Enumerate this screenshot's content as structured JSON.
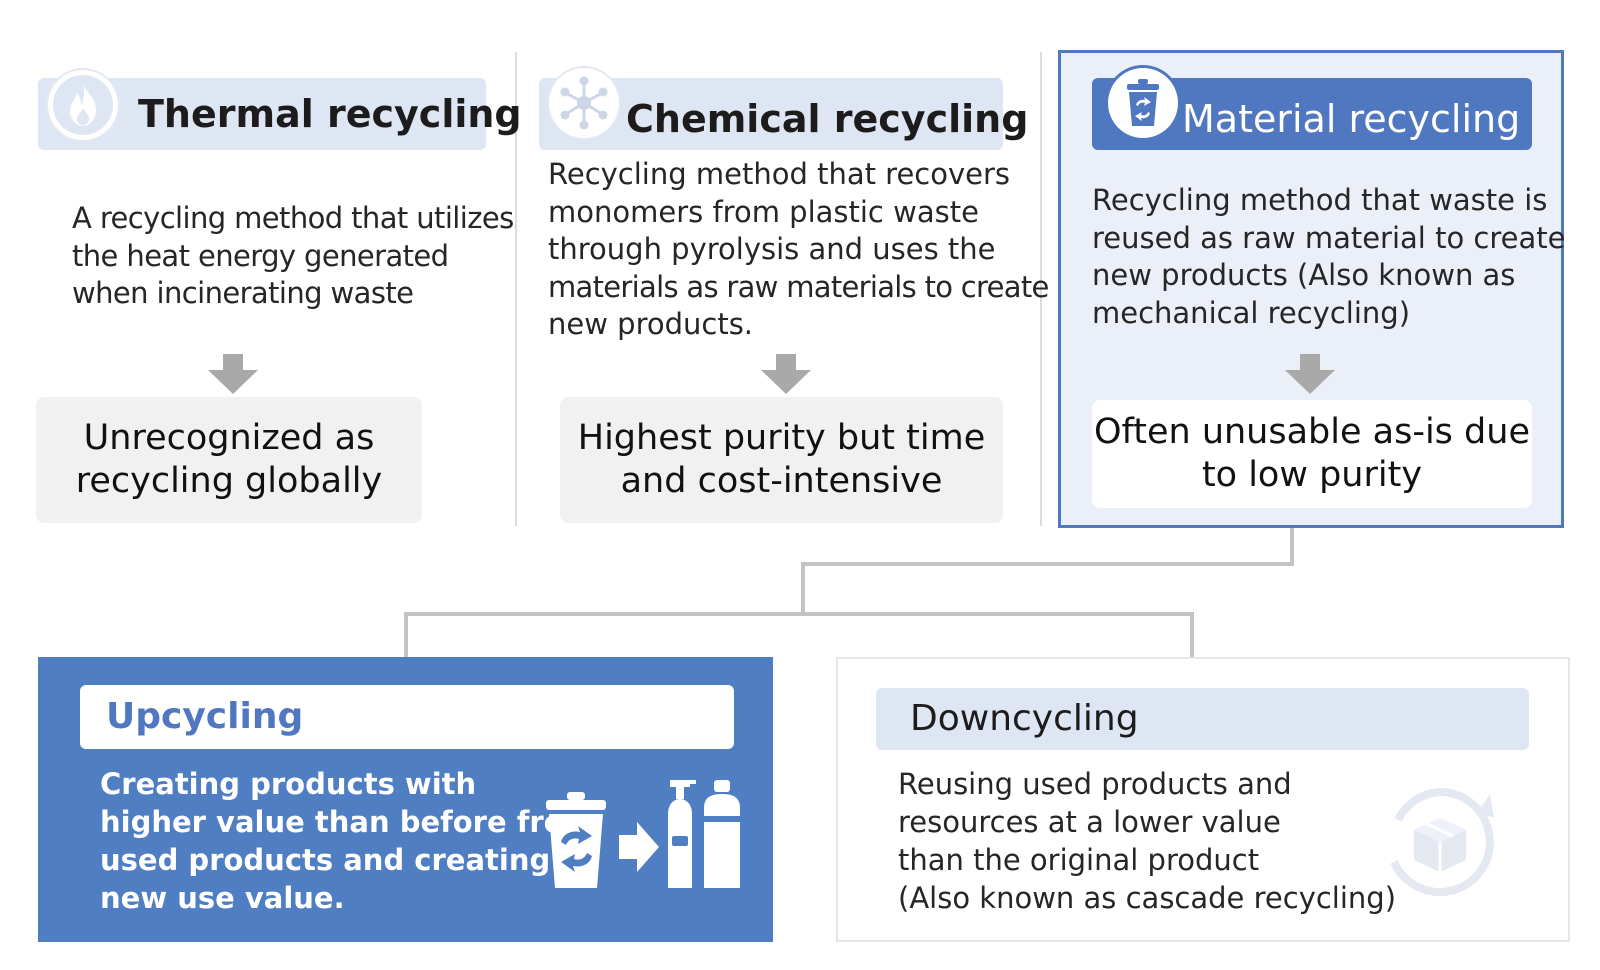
{
  "thermal": {
    "title": "Thermal recycling",
    "icon": "flame-icon",
    "description": [
      "A recycling method that utilizes",
      "the heat energy generated",
      "when incinerating waste"
    ],
    "result": [
      "Unrecognized as",
      "recycling globally"
    ]
  },
  "chemical": {
    "title": "Chemical recycling",
    "icon": "molecule-icon",
    "description": [
      "Recycling method that recovers",
      "monomers from plastic waste",
      "through pyrolysis and uses the",
      "materials as raw materials to create",
      "new products."
    ],
    "result": [
      "Highest purity but time",
      "and cost-intensive"
    ]
  },
  "material": {
    "title": "Material recycling",
    "icon": "recycle-bin-icon",
    "description": [
      "Recycling method that waste is",
      "reused as raw material to create",
      "new products (Also known as",
      "mechanical recycling)"
    ],
    "result": [
      "Often unusable as-is due",
      "to low purity"
    ]
  },
  "upcycling": {
    "title": "Upcycling",
    "description": [
      "Creating products with",
      "higher value than before from",
      "used products and creating",
      "new use value."
    ],
    "icons": [
      "recycle-bin-icon",
      "arrow-right-icon",
      "bottles-icon"
    ]
  },
  "downcycling": {
    "title": "Downcycling",
    "description": [
      "Reusing used products and",
      "resources at a lower value",
      "than the original product",
      "(Also known as cascade recycling)"
    ],
    "icon": "box-cycle-icon"
  },
  "colors": {
    "accent": "#4f78c0",
    "pill_light": "#dfe6f3",
    "result_gray": "#f1f1f1",
    "connector": "#c3c3c3",
    "arrow": "#a9a9a9"
  }
}
